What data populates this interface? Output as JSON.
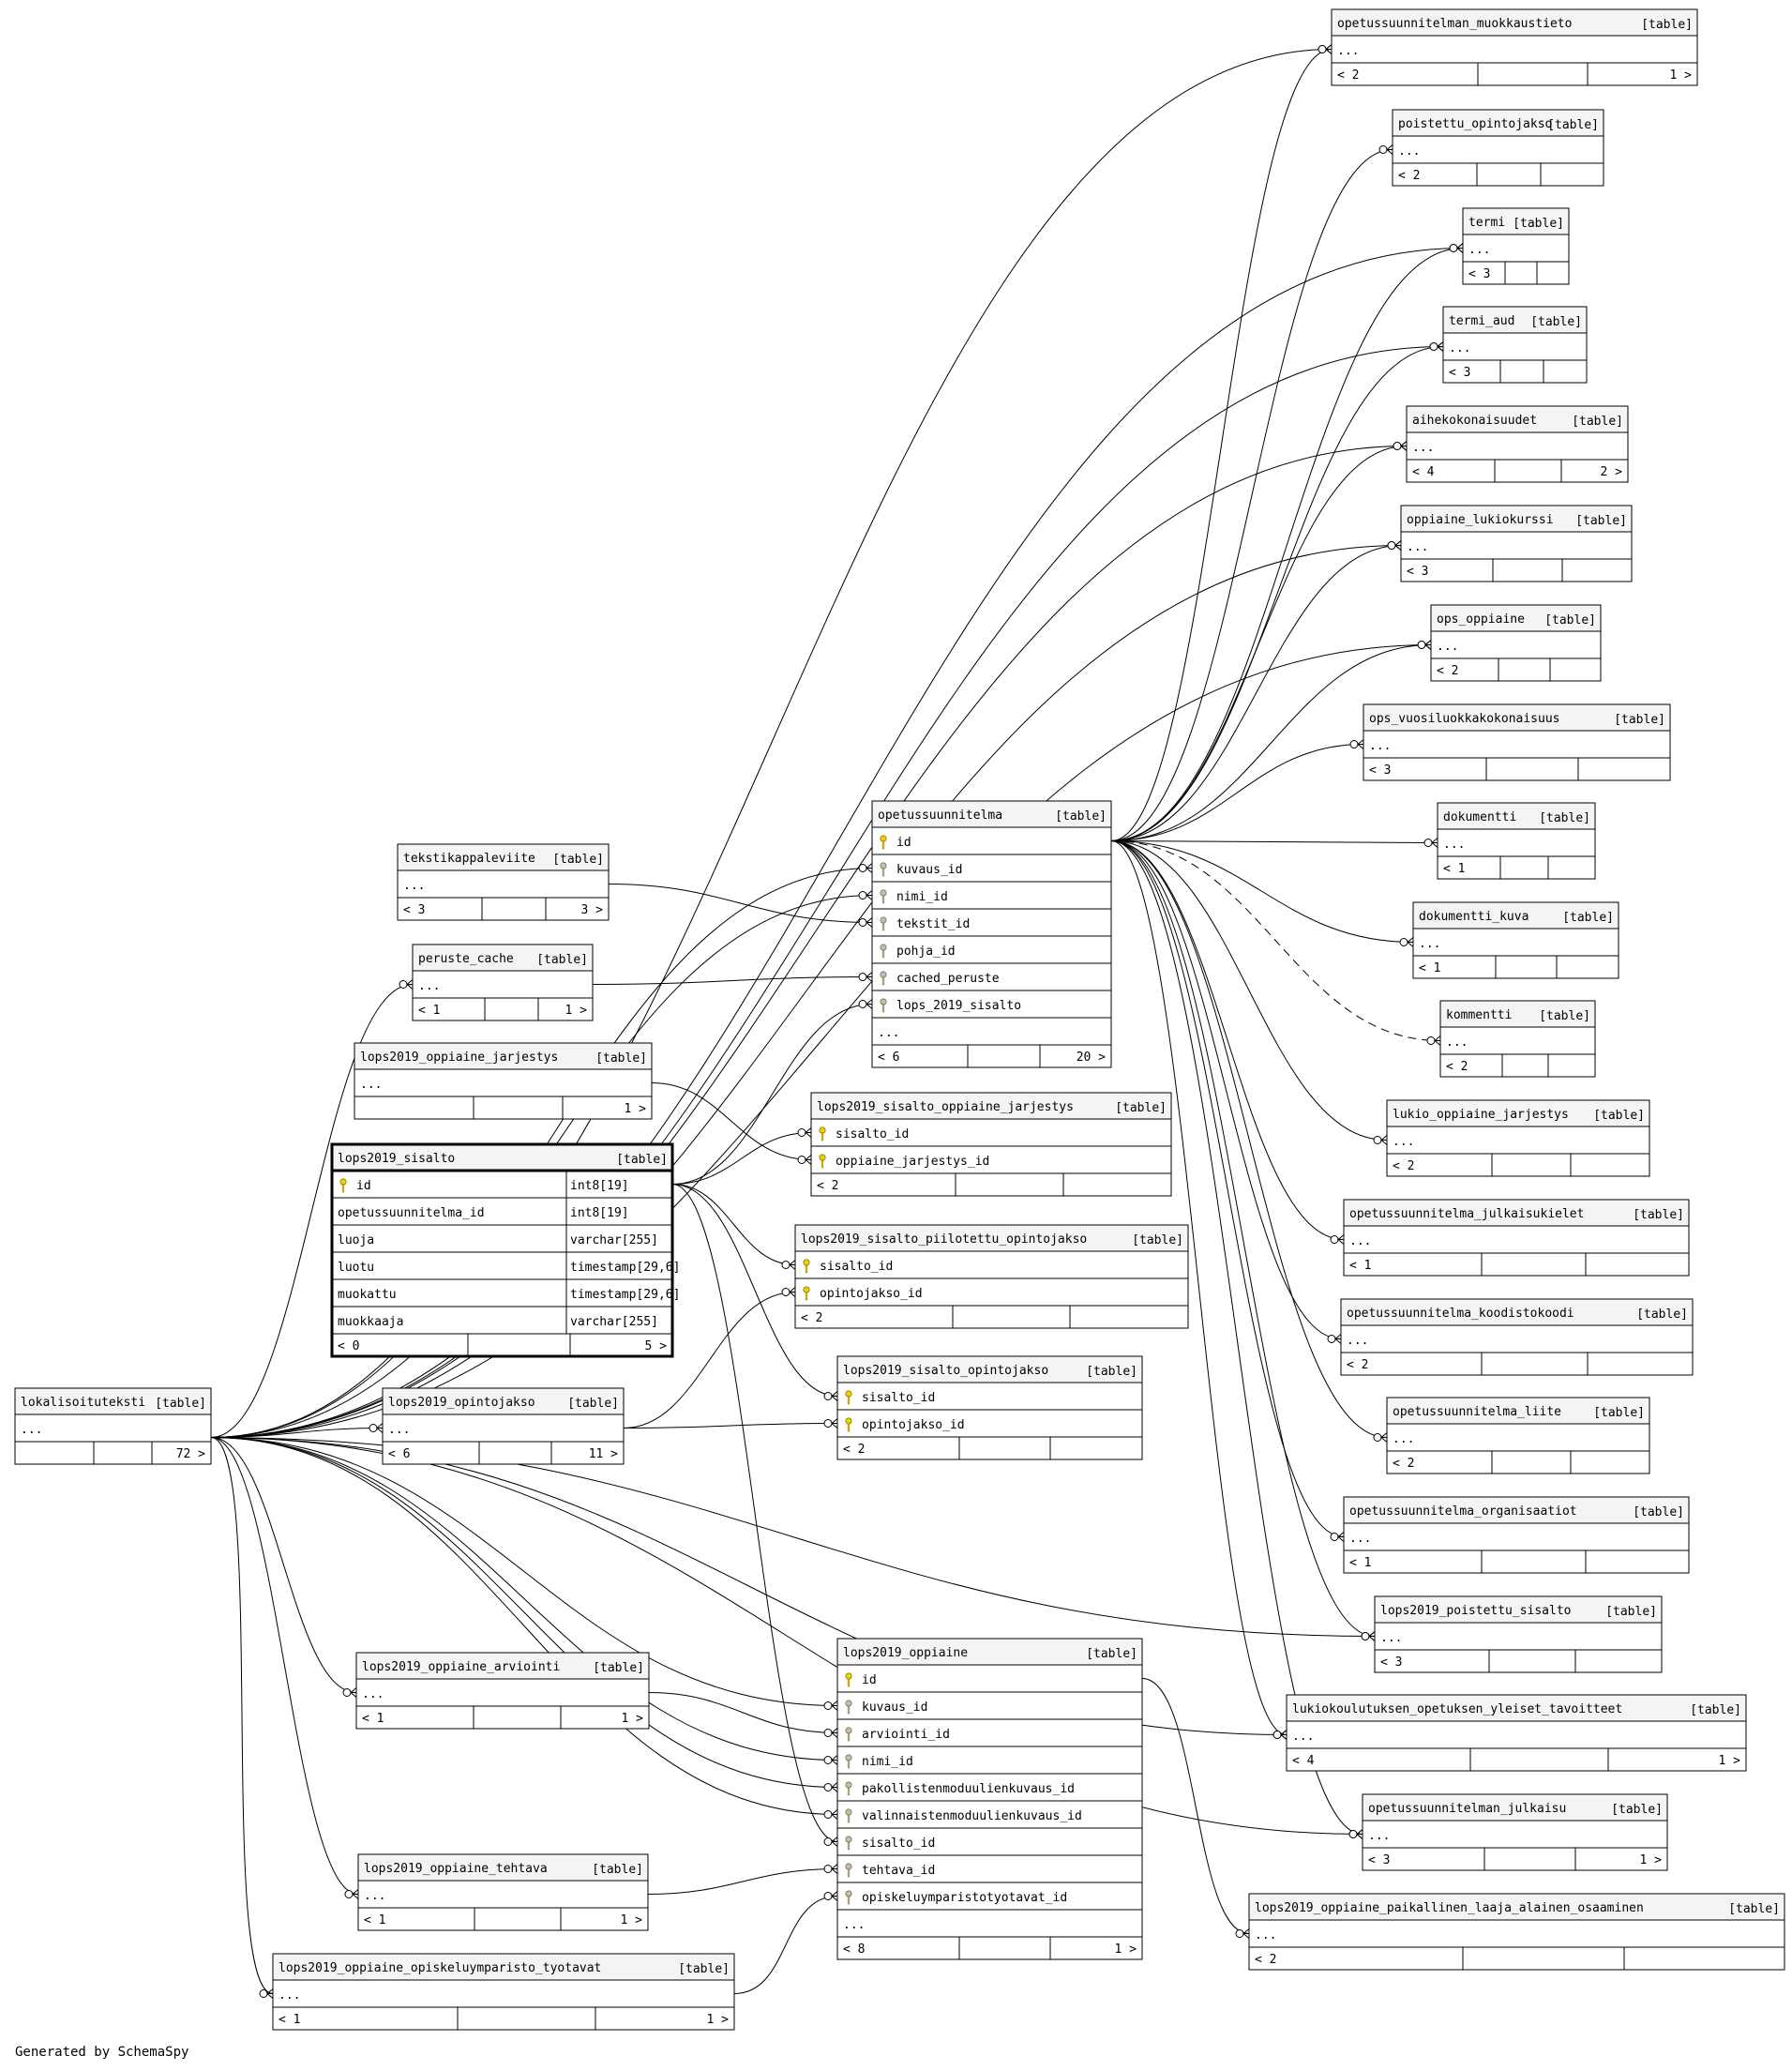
{
  "footer": "Generated by SchemaSpy",
  "tag": "[table]",
  "tables": [
    {
      "id": "opetussuunnitelman_muokkaustieto",
      "name": "opetussuunnitelman_muokkaustieto",
      "rows": [
        {
          "name": "..."
        }
      ],
      "footer": {
        "left": "< 2",
        "right": "1 >"
      }
    },
    {
      "id": "poistettu_opintojakso",
      "name": "poistettu_opintojakso",
      "rows": [
        {
          "name": "..."
        }
      ],
      "footer": {
        "left": "< 2",
        "right": ""
      }
    },
    {
      "id": "termi",
      "name": "termi",
      "rows": [
        {
          "name": "..."
        }
      ],
      "footer": {
        "left": "< 3",
        "right": ""
      }
    },
    {
      "id": "termi_aud",
      "name": "termi_aud",
      "rows": [
        {
          "name": "..."
        }
      ],
      "footer": {
        "left": "< 3",
        "right": ""
      }
    },
    {
      "id": "aihekokonaisuudet",
      "name": "aihekokonaisuudet",
      "rows": [
        {
          "name": "..."
        }
      ],
      "footer": {
        "left": "< 4",
        "right": "2 >"
      }
    },
    {
      "id": "oppiaine_lukiokurssi",
      "name": "oppiaine_lukiokurssi",
      "rows": [
        {
          "name": "..."
        }
      ],
      "footer": {
        "left": "< 3",
        "right": ""
      }
    },
    {
      "id": "ops_oppiaine",
      "name": "ops_oppiaine",
      "rows": [
        {
          "name": "..."
        }
      ],
      "footer": {
        "left": "< 2",
        "right": ""
      }
    },
    {
      "id": "ops_vuosiluokkakokonaisuus",
      "name": "ops_vuosiluokkakokonaisuus",
      "rows": [
        {
          "name": "..."
        }
      ],
      "footer": {
        "left": "< 3",
        "right": ""
      }
    },
    {
      "id": "dokumentti",
      "name": "dokumentti",
      "rows": [
        {
          "name": "..."
        }
      ],
      "footer": {
        "left": "< 1",
        "right": ""
      }
    },
    {
      "id": "dokumentti_kuva",
      "name": "dokumentti_kuva",
      "rows": [
        {
          "name": "..."
        }
      ],
      "footer": {
        "left": "< 1",
        "right": ""
      }
    },
    {
      "id": "kommentti",
      "name": "kommentti",
      "rows": [
        {
          "name": "..."
        }
      ],
      "footer": {
        "left": "< 2",
        "right": ""
      }
    },
    {
      "id": "lukio_oppiaine_jarjestys",
      "name": "lukio_oppiaine_jarjestys",
      "rows": [
        {
          "name": "..."
        }
      ],
      "footer": {
        "left": "< 2",
        "right": ""
      }
    },
    {
      "id": "opetussuunnitelma_julkaisukielet",
      "name": "opetussuunnitelma_julkaisukielet",
      "rows": [
        {
          "name": "..."
        }
      ],
      "footer": {
        "left": "< 1",
        "right": ""
      }
    },
    {
      "id": "opetussuunnitelma_koodistokoodi",
      "name": "opetussuunnitelma_koodistokoodi",
      "rows": [
        {
          "name": "..."
        }
      ],
      "footer": {
        "left": "< 2",
        "right": ""
      }
    },
    {
      "id": "opetussuunnitelma_liite",
      "name": "opetussuunnitelma_liite",
      "rows": [
        {
          "name": "..."
        }
      ],
      "footer": {
        "left": "< 2",
        "right": ""
      }
    },
    {
      "id": "opetussuunnitelma_organisaatiot",
      "name": "opetussuunnitelma_organisaatiot",
      "rows": [
        {
          "name": "..."
        }
      ],
      "footer": {
        "left": "< 1",
        "right": ""
      }
    },
    {
      "id": "lops2019_poistettu_sisalto",
      "name": "lops2019_poistettu_sisalto",
      "rows": [
        {
          "name": "..."
        }
      ],
      "footer": {
        "left": "< 3",
        "right": ""
      }
    },
    {
      "id": "lukiokoulutuksen_opetuksen_yleiset_tavoitteet",
      "name": "lukiokoulutuksen_opetuksen_yleiset_tavoitteet",
      "rows": [
        {
          "name": "..."
        }
      ],
      "footer": {
        "left": "< 4",
        "right": "1 >"
      }
    },
    {
      "id": "opetussuunnitelman_julkaisu",
      "name": "opetussuunnitelman_julkaisu",
      "rows": [
        {
          "name": "..."
        }
      ],
      "footer": {
        "left": "< 3",
        "right": "1 >"
      }
    },
    {
      "id": "lops2019_oppiaine_paikallinen_laaja_alainen_osaaminen",
      "name": "lops2019_oppiaine_paikallinen_laaja_alainen_osaaminen",
      "rows": [
        {
          "name": "..."
        }
      ],
      "footer": {
        "left": "< 2",
        "right": ""
      }
    },
    {
      "id": "opetussuunnitelma",
      "name": "opetussuunnitelma",
      "rows": [
        {
          "name": "id",
          "key": "pk"
        },
        {
          "name": "kuvaus_id",
          "key": "fk"
        },
        {
          "name": "nimi_id",
          "key": "fk"
        },
        {
          "name": "tekstit_id",
          "key": "fk"
        },
        {
          "name": "pohja_id",
          "key": "fk"
        },
        {
          "name": "cached_peruste",
          "key": "fk"
        },
        {
          "name": "lops_2019_sisalto",
          "key": "fk"
        },
        {
          "name": "..."
        }
      ],
      "footer": {
        "left": "< 6",
        "right": "20 >"
      }
    },
    {
      "id": "tekstikappaleviite",
      "name": "tekstikappaleviite",
      "rows": [
        {
          "name": "..."
        }
      ],
      "footer": {
        "left": "< 3",
        "right": "3 >"
      }
    },
    {
      "id": "peruste_cache",
      "name": "peruste_cache",
      "rows": [
        {
          "name": "..."
        }
      ],
      "footer": {
        "left": "< 1",
        "right": "1 >"
      }
    },
    {
      "id": "lops2019_oppiaine_jarjestys",
      "name": "lops2019_oppiaine_jarjestys",
      "rows": [
        {
          "name": "..."
        }
      ],
      "footer": {
        "left": "",
        "right": "1 >"
      }
    },
    {
      "id": "lops2019_sisalto_oppiaine_jarjestys",
      "name": "lops2019_sisalto_oppiaine_jarjestys",
      "rows": [
        {
          "name": "sisalto_id",
          "key": "pk"
        },
        {
          "name": "oppiaine_jarjestys_id",
          "key": "pk"
        }
      ],
      "footer": {
        "left": "< 2",
        "right": ""
      }
    },
    {
      "id": "lops2019_sisalto",
      "name": "lops2019_sisalto",
      "focus": true,
      "rows": [
        {
          "name": "id",
          "key": "pk",
          "type": "int8[19]"
        },
        {
          "name": "opetussuunnitelma_id",
          "type": "int8[19]"
        },
        {
          "name": "luoja",
          "type": "varchar[255]"
        },
        {
          "name": "luotu",
          "type": "timestamp[29,6]"
        },
        {
          "name": "muokattu",
          "type": "timestamp[29,6]"
        },
        {
          "name": "muokkaaja",
          "type": "varchar[255]"
        }
      ],
      "footer": {
        "left": "< 0",
        "right": "5 >"
      }
    },
    {
      "id": "lops2019_sisalto_piilotettu_opintojakso",
      "name": "lops2019_sisalto_piilotettu_opintojakso",
      "rows": [
        {
          "name": "sisalto_id",
          "key": "pk"
        },
        {
          "name": "opintojakso_id",
          "key": "pk"
        }
      ],
      "footer": {
        "left": "< 2",
        "right": ""
      }
    },
    {
      "id": "lops2019_sisalto_opintojakso",
      "name": "lops2019_sisalto_opintojakso",
      "rows": [
        {
          "name": "sisalto_id",
          "key": "pk"
        },
        {
          "name": "opintojakso_id",
          "key": "pk"
        }
      ],
      "footer": {
        "left": "< 2",
        "right": ""
      }
    },
    {
      "id": "lokalisoituteksti",
      "name": "lokalisoituteksti",
      "rows": [
        {
          "name": "..."
        }
      ],
      "footer": {
        "left": "",
        "right": "72 >"
      }
    },
    {
      "id": "lops2019_opintojakso",
      "name": "lops2019_opintojakso",
      "rows": [
        {
          "name": "..."
        }
      ],
      "footer": {
        "left": "< 6",
        "right": "11 >"
      }
    },
    {
      "id": "lops2019_oppiaine_arviointi",
      "name": "lops2019_oppiaine_arviointi",
      "rows": [
        {
          "name": "..."
        }
      ],
      "footer": {
        "left": "< 1",
        "right": "1 >"
      }
    },
    {
      "id": "lops2019_oppiaine",
      "name": "lops2019_oppiaine",
      "rows": [
        {
          "name": "id",
          "key": "pk"
        },
        {
          "name": "kuvaus_id",
          "key": "fk"
        },
        {
          "name": "arviointi_id",
          "key": "fk"
        },
        {
          "name": "nimi_id",
          "key": "fk"
        },
        {
          "name": "pakollistenmoduulienkuvaus_id",
          "key": "fk"
        },
        {
          "name": "valinnaistenmoduulienkuvaus_id",
          "key": "fk"
        },
        {
          "name": "sisalto_id",
          "key": "fk"
        },
        {
          "name": "tehtava_id",
          "key": "fk"
        },
        {
          "name": "opiskeluymparistotyotavat_id",
          "key": "fk"
        },
        {
          "name": "..."
        }
      ],
      "footer": {
        "left": "< 8",
        "right": "1 >"
      }
    },
    {
      "id": "lops2019_oppiaine_tehtava",
      "name": "lops2019_oppiaine_tehtava",
      "rows": [
        {
          "name": "..."
        }
      ],
      "footer": {
        "left": "< 1",
        "right": "1 >"
      }
    },
    {
      "id": "lops2019_oppiaine_opiskeluymparisto_tyotavat",
      "name": "lops2019_oppiaine_opiskeluymparisto_tyotavat",
      "rows": [
        {
          "name": "..."
        }
      ],
      "footer": {
        "left": "< 1",
        "right": "1 >"
      }
    }
  ]
}
